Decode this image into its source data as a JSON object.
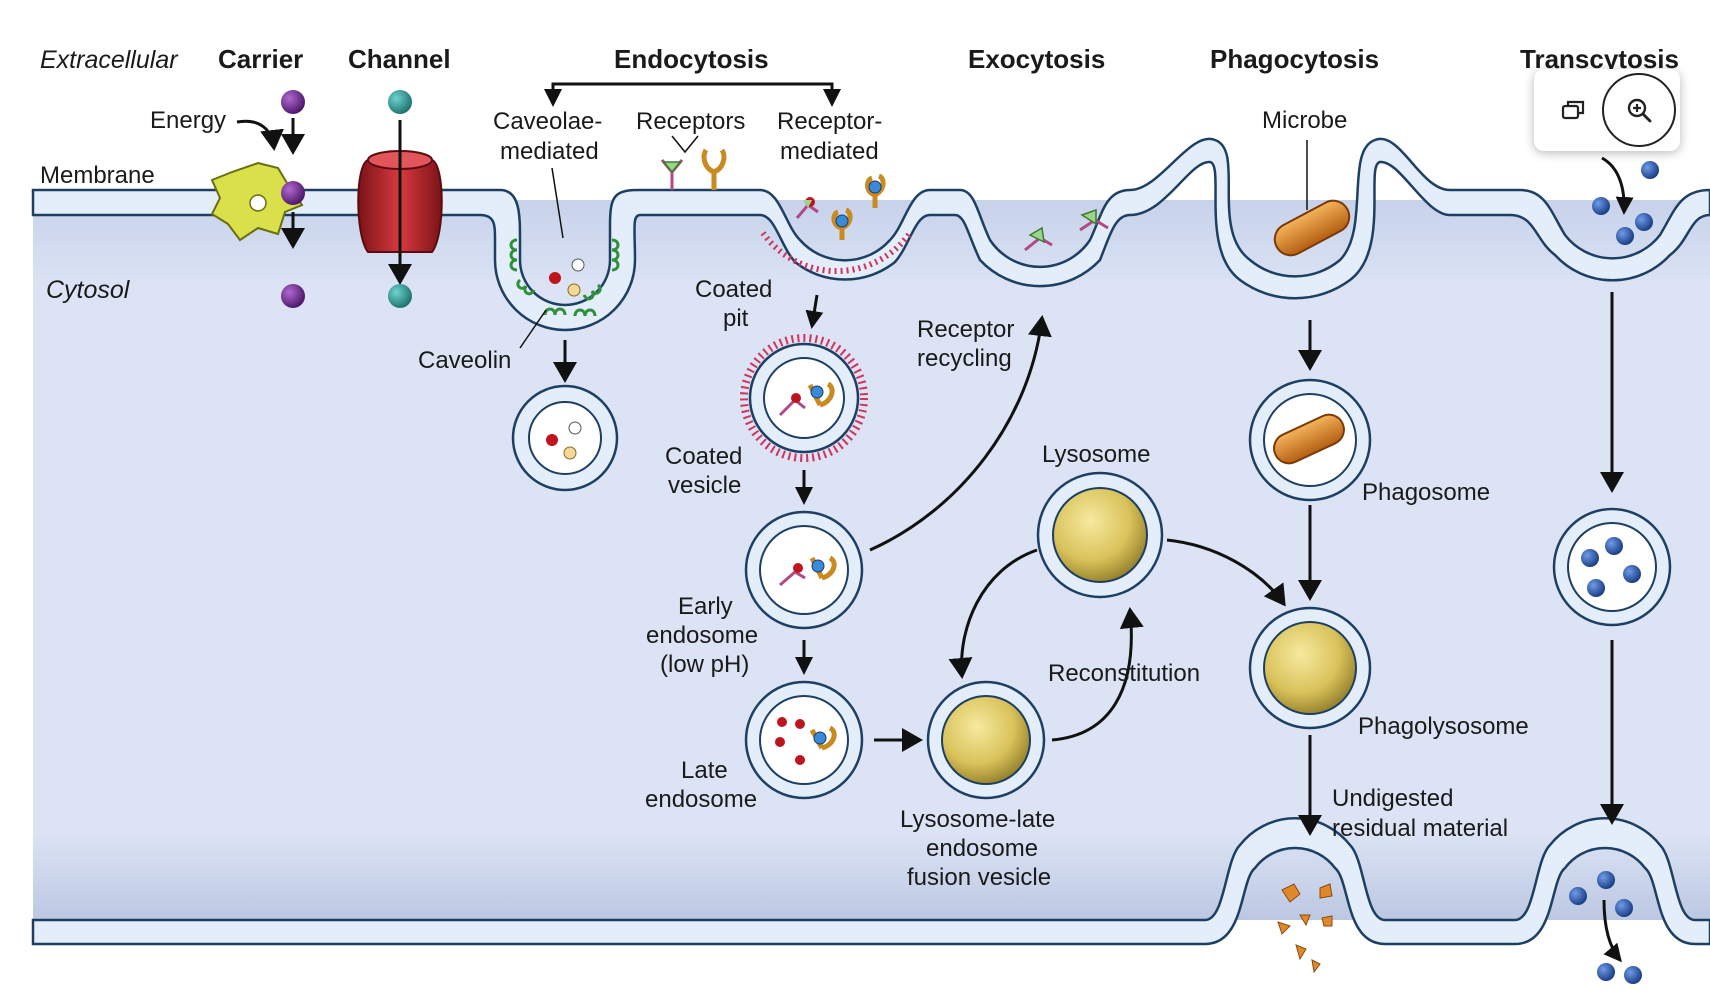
{
  "diagram": {
    "regions": {
      "extracellular": "Extracellular",
      "membrane": "Membrane",
      "cytosol": "Cytosol"
    },
    "headers": {
      "carrier": "Carrier",
      "channel": "Channel",
      "endocytosis": "Endocytosis",
      "exocytosis": "Exocytosis",
      "phagocytosis": "Phagocytosis",
      "transcytosis": "Transcytosis"
    },
    "labels": {
      "energy": "Energy",
      "caveolae_1": "Caveolae-",
      "caveolae_2": "mediated",
      "receptors": "Receptors",
      "receptor_mediated_1": "Receptor-",
      "receptor_mediated_2": "mediated",
      "caveolin": "Caveolin",
      "coated_pit_1": "Coated",
      "coated_pit_2": "pit",
      "coated_vesicle_1": "Coated",
      "coated_vesicle_2": "vesicle",
      "early_endosome_1": "Early",
      "early_endosome_2": "endosome",
      "early_endosome_3": "(low pH)",
      "late_endosome_1": "Late",
      "late_endosome_2": "endosome",
      "receptor_recycling_1": "Receptor",
      "receptor_recycling_2": "recycling",
      "lysosome": "Lysosome",
      "reconstitution": "Reconstitution",
      "fusion_vesicle_1": "Lysosome-late",
      "fusion_vesicle_2": "endosome",
      "fusion_vesicle_3": "fusion vesicle",
      "microbe": "Microbe",
      "phagosome": "Phagosome",
      "phagolysosome": "Phagolysosome",
      "undigested_1": "Undigested",
      "undigested_2": "residual material"
    },
    "colors": {
      "cytosol": "#d8e2f4",
      "membrane": "#e4eefa",
      "membrane_edge": "#1d3f63",
      "carrier_protein": "#d9e04a",
      "channel_protein": "#c0272d",
      "purple_molecule": "#6a2a8a",
      "teal_molecule": "#2a9a96",
      "caveolin": "#2f8f3a",
      "clathrin_coat": "#d2335a",
      "receptor_orange": "#e0a23a",
      "receptor_pink": "#e07ab0",
      "microbe": "#e0892a",
      "lysosome_content": "#d9c25a",
      "blue_cargo": "#1f4fa8"
    }
  },
  "toolbar": {
    "copy_icon": "copy-icon",
    "zoom_icon": "zoom-in-icon"
  }
}
